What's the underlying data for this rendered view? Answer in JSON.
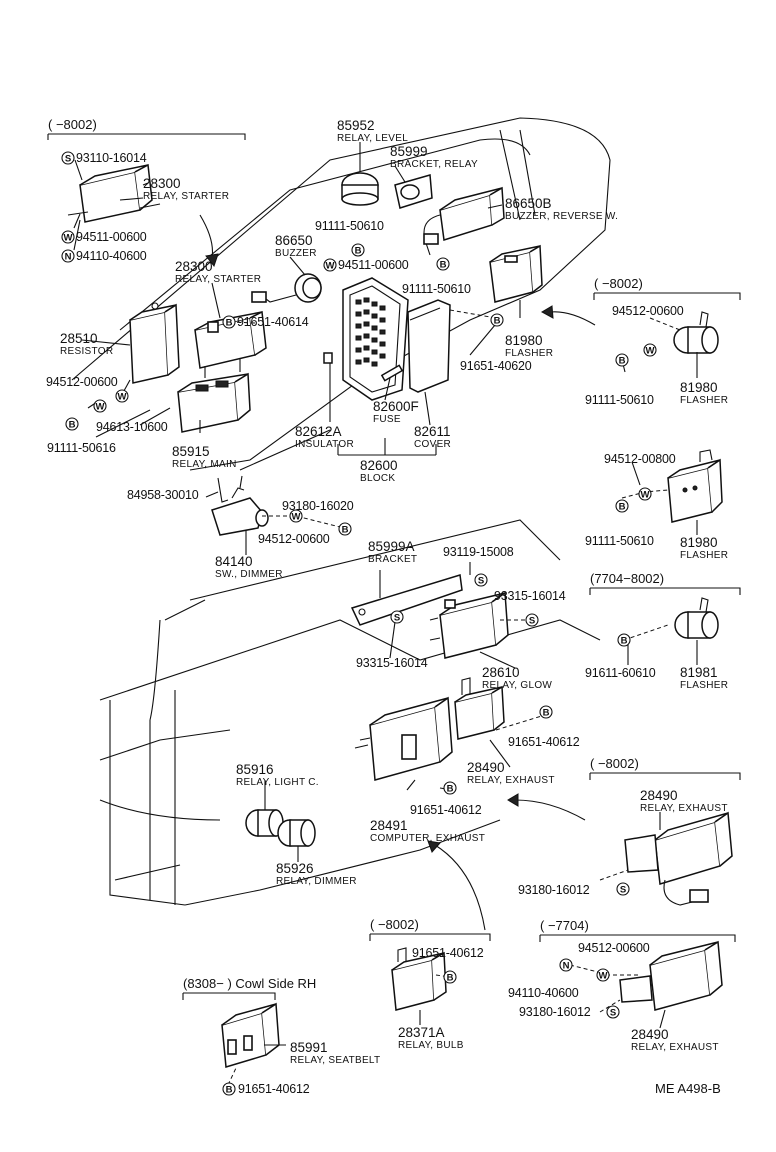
{
  "groups": {
    "g1": "(      −8002)",
    "g2": "(      −8002)",
    "g3": "(7704−8002)",
    "g4": "(      −8002)",
    "g5": "(      −8002)",
    "g6": "(      −7704)",
    "g7": "(8308−          ) Cowl Side RH"
  },
  "parts": [
    {
      "id": "p28300a",
      "number": "28300",
      "name": "RELAY, STARTER"
    },
    {
      "id": "p85952",
      "number": "85952",
      "name": "RELAY, LEVEL"
    },
    {
      "id": "p85999",
      "number": "85999",
      "name": "BRACKET, RELAY"
    },
    {
      "id": "p86650b",
      "number": "86650B",
      "name": "BUZZER, REVERSE W."
    },
    {
      "id": "p86650",
      "number": "86650",
      "name": "BUZZER"
    },
    {
      "id": "p28300b",
      "number": "28300",
      "name": "RELAY, STARTER"
    },
    {
      "id": "p28510",
      "number": "28510",
      "name": "RESISTOR"
    },
    {
      "id": "p85915",
      "number": "85915",
      "name": "RELAY, MAIN"
    },
    {
      "id": "p81980a",
      "number": "81980",
      "name": "FLASHER"
    },
    {
      "id": "p81980b",
      "number": "81980",
      "name": "FLASHER"
    },
    {
      "id": "p81980c",
      "number": "81980",
      "name": "FLASHER"
    },
    {
      "id": "p82612a",
      "number": "82612A",
      "name": "INSULATOR"
    },
    {
      "id": "p82600f",
      "number": "82600F",
      "name": "FUSE"
    },
    {
      "id": "p82611",
      "number": "82611",
      "name": "COVER"
    },
    {
      "id": "p82600",
      "number": "82600",
      "name": "BLOCK"
    },
    {
      "id": "p84140",
      "number": "84140",
      "name": "SW., DIMMER"
    },
    {
      "id": "p85999a",
      "number": "85999A",
      "name": "BRACKET"
    },
    {
      "id": "p81981",
      "number": "81981",
      "name": "FLASHER"
    },
    {
      "id": "p28610",
      "number": "28610",
      "name": "RELAY, GLOW"
    },
    {
      "id": "p28490a",
      "number": "28490",
      "name": "RELAY, EXHAUST"
    },
    {
      "id": "p85916",
      "number": "85916",
      "name": "RELAY, LIGHT C."
    },
    {
      "id": "p28491",
      "number": "28491",
      "name": "COMPUTER, EXHAUST"
    },
    {
      "id": "p85926",
      "number": "85926",
      "name": "RELAY, DIMMER"
    },
    {
      "id": "p28490b",
      "number": "28490",
      "name": "RELAY, EXHAUST"
    },
    {
      "id": "p28371a",
      "number": "28371A",
      "name": "RELAY, BULB"
    },
    {
      "id": "p28490c",
      "number": "28490",
      "name": "RELAY, EXHAUST"
    },
    {
      "id": "p85991",
      "number": "85991",
      "name": "RELAY, SEATBELT"
    }
  ],
  "fasteners": [
    {
      "sym": "S",
      "number": "93110-16014"
    },
    {
      "sym": "W",
      "number": "94511-00600"
    },
    {
      "sym": "N",
      "number": "94110-40600"
    },
    {
      "sym": "",
      "number": "91111-50610"
    },
    {
      "sym": "W",
      "number": "94511-00600"
    },
    {
      "sym": "",
      "number": "91111-50610"
    },
    {
      "sym": "B",
      "number": "91651-40614"
    },
    {
      "sym": "B",
      "number": "91651-40620"
    },
    {
      "sym": "",
      "number": "94512-00600"
    },
    {
      "sym": "",
      "number": "91111-50610"
    },
    {
      "sym": "",
      "number": "94512-00600"
    },
    {
      "sym": "",
      "number": "94613-10600"
    },
    {
      "sym": "",
      "number": "91111-50616"
    },
    {
      "sym": "",
      "number": "94512-00800"
    },
    {
      "sym": "",
      "number": "91111-50610"
    },
    {
      "sym": "",
      "number": "84958-30010"
    },
    {
      "sym": "",
      "number": "93180-16020"
    },
    {
      "sym": "",
      "number": "94512-00600"
    },
    {
      "sym": "",
      "number": "93119-15008"
    },
    {
      "sym": "",
      "number": "93315-16014"
    },
    {
      "sym": "",
      "number": "93315-16014"
    },
    {
      "sym": "",
      "number": "91611-60610"
    },
    {
      "sym": "",
      "number": "91651-40612"
    },
    {
      "sym": "",
      "number": "91651-40612"
    },
    {
      "sym": "",
      "number": "93180-16012"
    },
    {
      "sym": "",
      "number": "91651-40612"
    },
    {
      "sym": "",
      "number": "94512-00600"
    },
    {
      "sym": "",
      "number": "94110-40600"
    },
    {
      "sym": "",
      "number": "93180-16012"
    },
    {
      "sym": "",
      "number": "91651-40612"
    }
  ],
  "symbols": {
    "s": "S",
    "w": "W",
    "n": "N",
    "b": "B"
  },
  "footer": {
    "code": "ME  A498-B"
  }
}
